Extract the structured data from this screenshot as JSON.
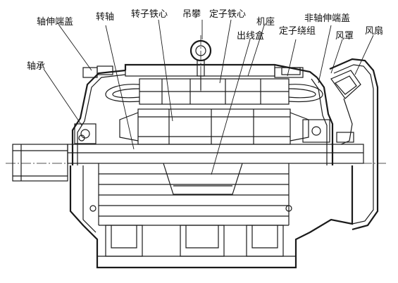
{
  "labels": {
    "shaft_ext_end_cover": "轴伸端盖",
    "shaft": "转轴",
    "rotor_core": "转子铁心",
    "lifting_eye": "吊攀",
    "stator_core": "定子铁心",
    "frame": "机座",
    "terminal_box": "出线盒",
    "stator_winding": "定子绕组",
    "non_shaft_end_cover": "非轴伸端盖",
    "fan_cover": "风罩",
    "fan": "风扇",
    "bearing": "轴承"
  }
}
